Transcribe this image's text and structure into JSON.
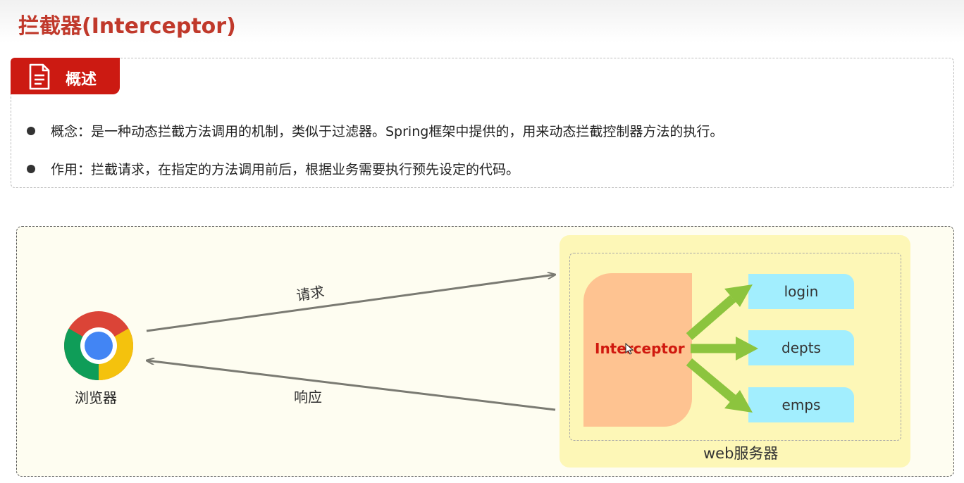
{
  "page": {
    "title": "拦截器(Interceptor)"
  },
  "overview": {
    "tab_label": "概述",
    "tab_icon": "document-icon",
    "bullets": [
      "概念：是一种动态拦截方法调用的机制，类似于过滤器。Spring框架中提供的，用来动态拦截控制器方法的执行。",
      "作用：拦截请求，在指定的方法调用前后，根据业务需要执行预先设定的代码。"
    ]
  },
  "diagram": {
    "browser_label": "浏览器",
    "browser_icon": "chrome-icon",
    "request_label": "请求",
    "response_label": "响应",
    "server_label": "web服务器",
    "interceptor_label": "Interceptor",
    "endpoints": [
      "login",
      "depts",
      "emps"
    ],
    "colors": {
      "accent_red": "#cc1a12",
      "interceptor_fill": "#fec391",
      "endpoint_fill": "#a2eefe",
      "server_fill": "#fdf7b7",
      "arrow_green": "#8cc43e"
    }
  }
}
